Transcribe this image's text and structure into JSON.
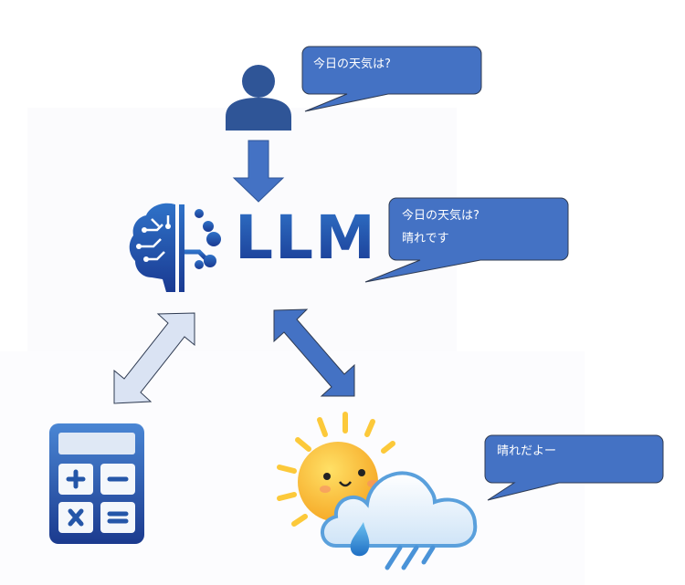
{
  "diagram": {
    "user": {
      "label": "user-icon",
      "bubble": "今日の天気は?"
    },
    "llm": {
      "title": "LLM",
      "bubble_lines": [
        "今日の天気は?",
        "晴れです"
      ]
    },
    "tools": {
      "calculator": {
        "icon": "calculator-icon"
      },
      "weather": {
        "icon": "weather-icon",
        "bubble": "晴れだよー"
      }
    },
    "colors": {
      "primary": "#4472c4",
      "dark": "#2f5597",
      "light_arrow": "#dae3f3",
      "bubble_border": "#2f3b52"
    }
  }
}
